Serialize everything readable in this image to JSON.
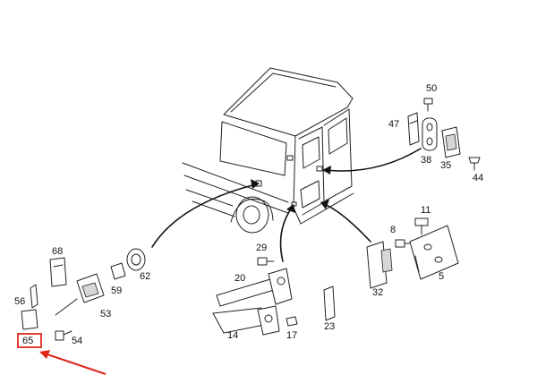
{
  "diagram": {
    "callouts": {
      "c50": "50",
      "c47": "47",
      "c38": "38",
      "c35": "35",
      "c44": "44",
      "c11": "11",
      "c8": "8",
      "c5": "5",
      "c29": "29",
      "c20": "20",
      "c14": "14",
      "c17": "17",
      "c23": "23",
      "c32": "32",
      "c68": "68",
      "c59": "59",
      "c62": "62",
      "c56": "56",
      "c53": "53",
      "c54": "54",
      "c65": "65"
    },
    "highlight": {
      "target": "65",
      "box_color": "#e0261b",
      "arrow_color": "#e0261b"
    },
    "colors": {
      "line": "#222222",
      "background": "#ffffff"
    }
  }
}
